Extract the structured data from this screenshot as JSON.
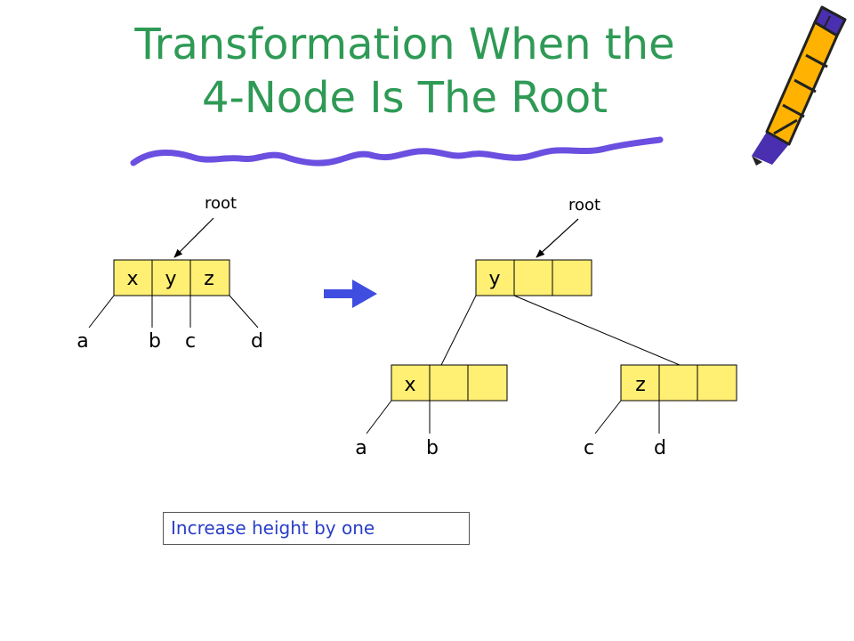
{
  "title": {
    "line1": "Transformation When the",
    "line2": "4-Node Is The Root"
  },
  "colors": {
    "title": "#2e9a55",
    "node_fill": "#ffef73",
    "squiggle": "#6a4fe0",
    "arrow": "#3f4de0",
    "callout_text": "#2a3ec8"
  },
  "icons": {
    "decor_pencil": "pencil-icon",
    "decor_underline": "squiggle-underline",
    "transform_arrow": "right-arrow-icon"
  },
  "before": {
    "root_label": "root",
    "node_keys": [
      "x",
      "y",
      "z"
    ],
    "children": [
      "a",
      "b",
      "c",
      "d"
    ]
  },
  "after": {
    "root_label": "root",
    "root_keys": [
      "y",
      "",
      ""
    ],
    "left_keys": [
      "x",
      "",
      ""
    ],
    "right_keys": [
      "z",
      "",
      ""
    ],
    "left_children": [
      "a",
      "b"
    ],
    "right_children": [
      "c",
      "d"
    ]
  },
  "callout": {
    "text": "Increase height by one"
  }
}
